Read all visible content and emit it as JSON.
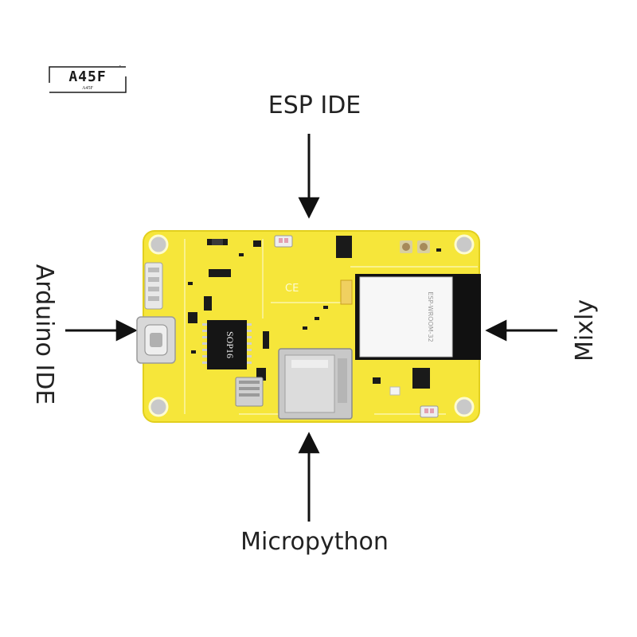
{
  "logo": {
    "main": "A45F",
    "sub": "A45F"
  },
  "labels": {
    "top": "ESP IDE",
    "left": "Arduino IDE",
    "right": "Mixly",
    "bottom": "Micropython"
  },
  "board": {
    "chip_label": "SOP16",
    "module_label": "ESP-WROOM-32",
    "ce_mark": "CE",
    "colors": {
      "pcb": "#f6e63a",
      "silk": "#fdfbd0",
      "shield": "#f7f7f7",
      "antenna": "#111111"
    }
  },
  "arrow_color": "#111111"
}
